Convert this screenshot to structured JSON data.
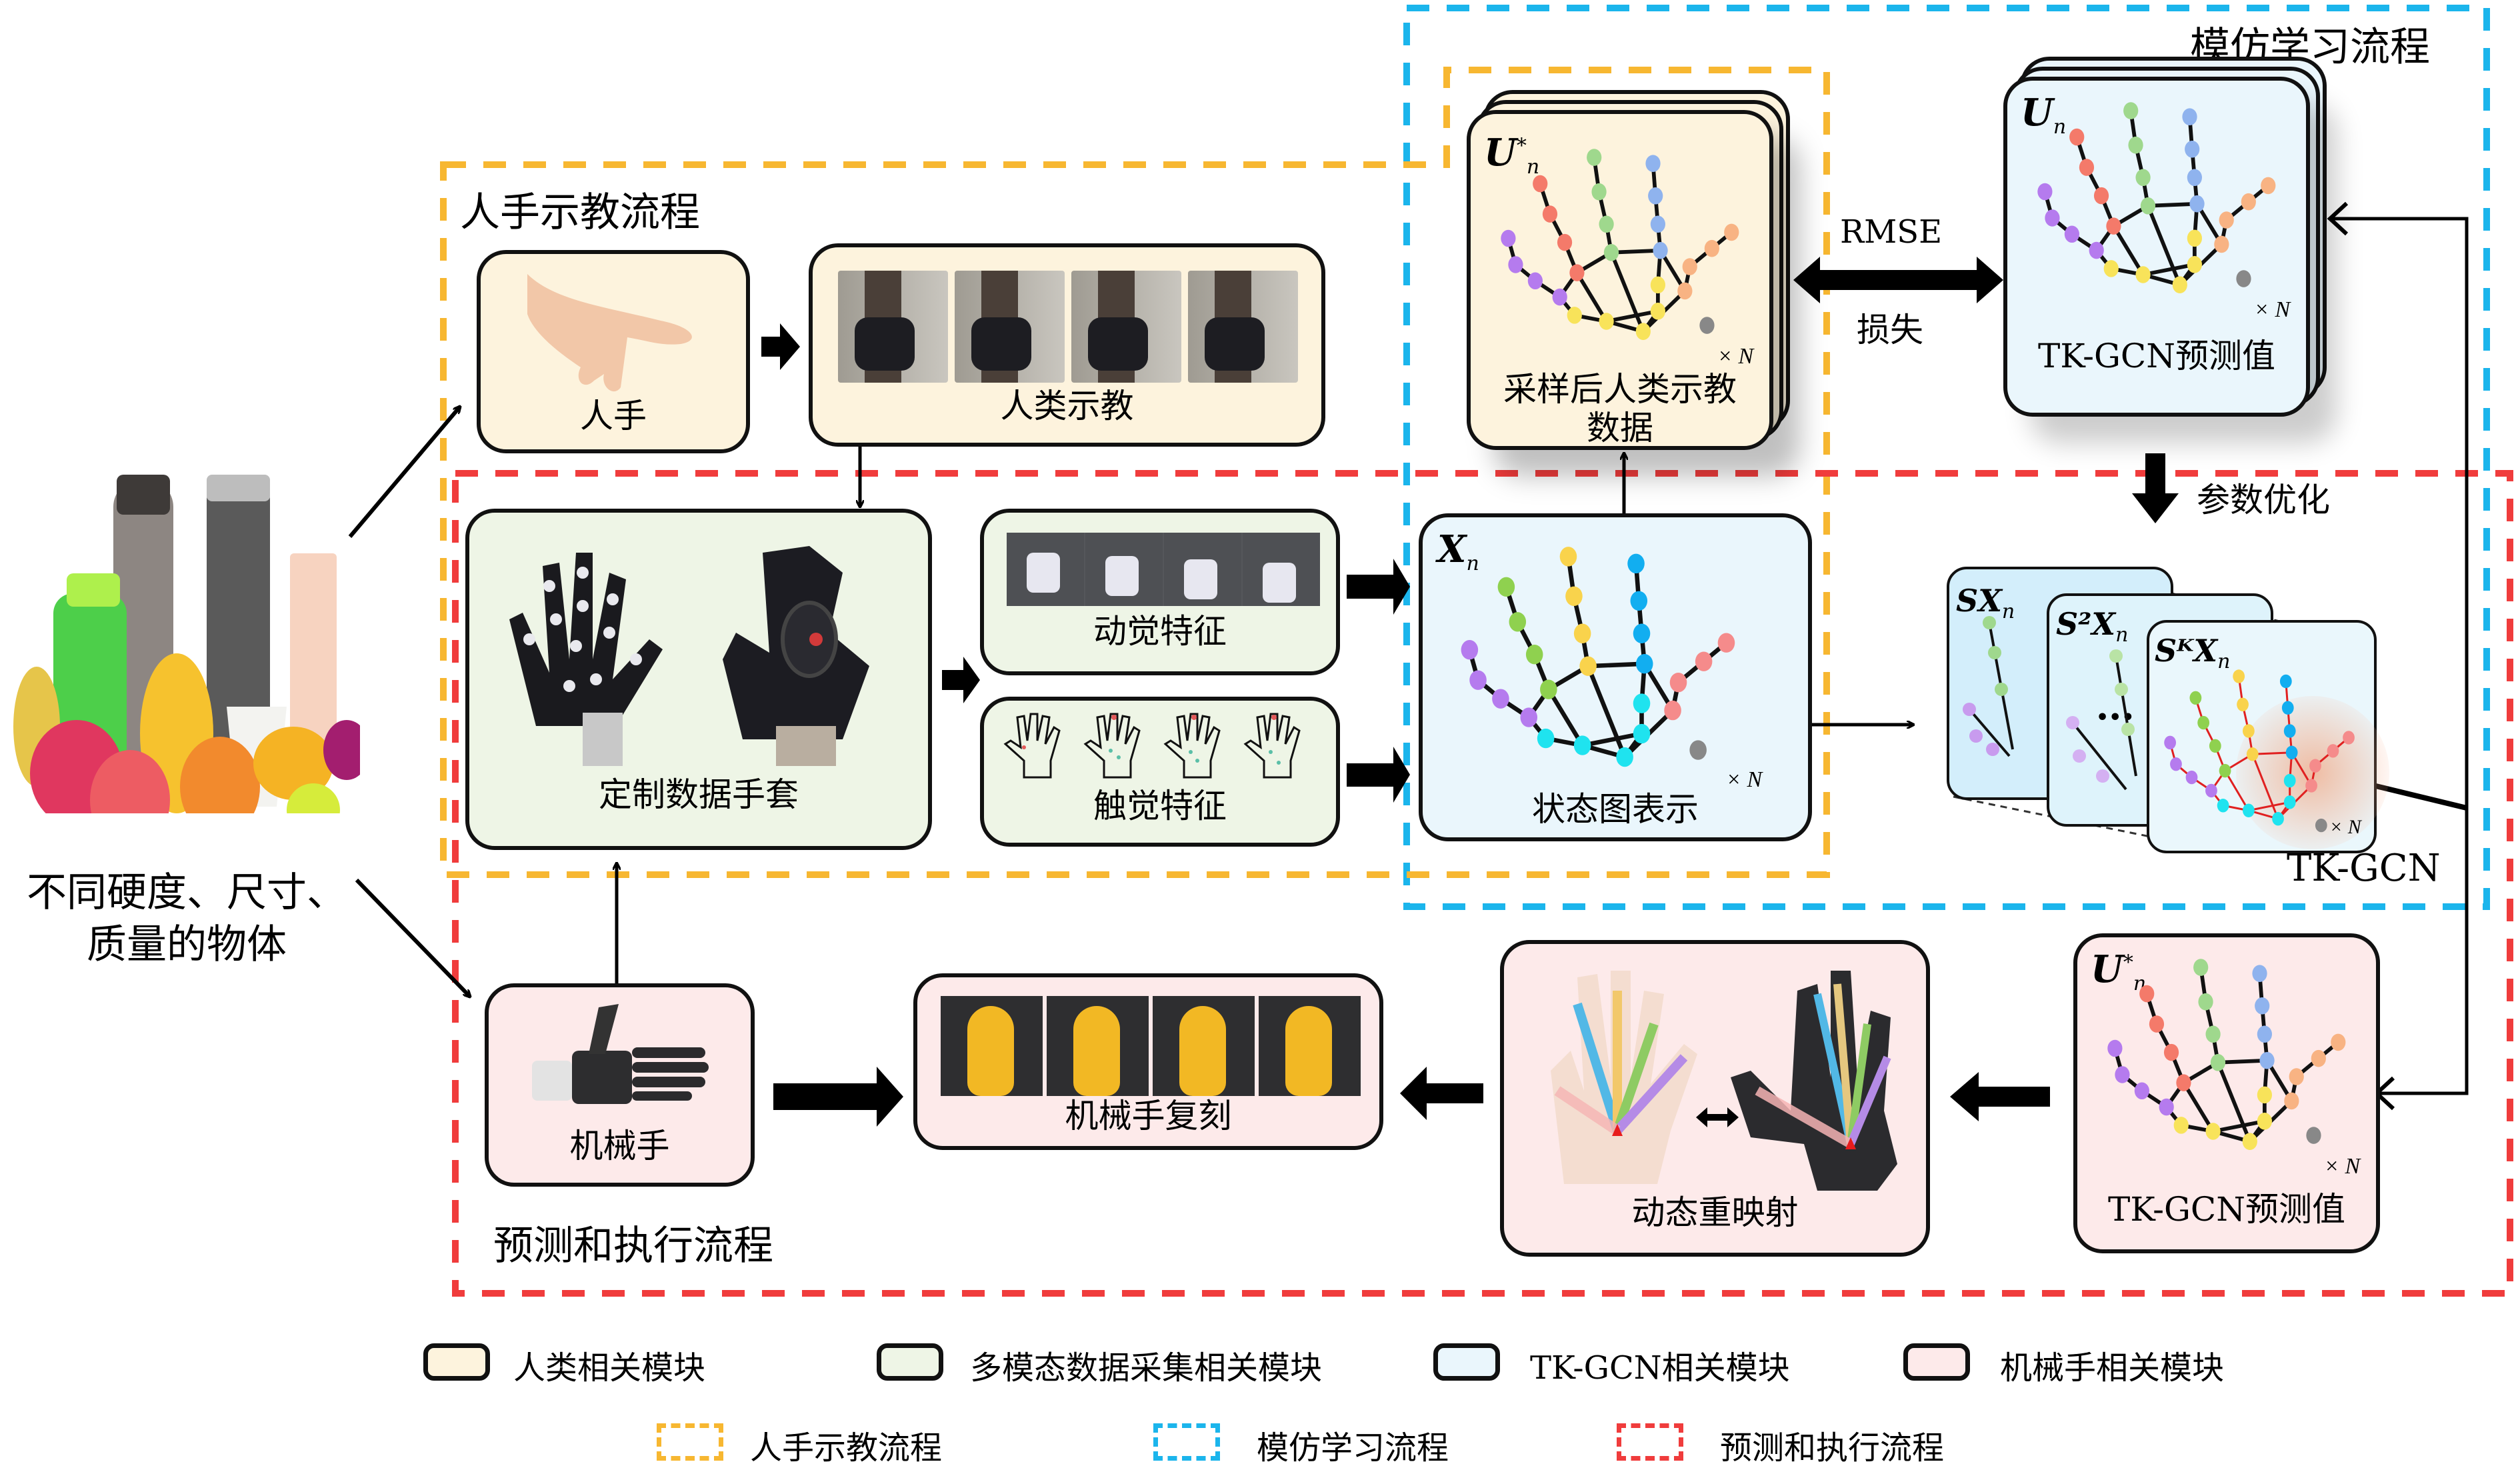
{
  "objects": {
    "label_line1": "不同硬度、尺寸、",
    "label_line2": "质量的物体"
  },
  "flows": {
    "teaching": {
      "title": "人手示教流程",
      "color": "#f7b731"
    },
    "imitation": {
      "title": "模仿学习流程",
      "color": "#1bb5ec"
    },
    "execution": {
      "title": "预测和执行流程",
      "color": "#f03c3c"
    }
  },
  "modules": {
    "human_hand": {
      "label": "人手"
    },
    "human_demo": {
      "label": "人类示教"
    },
    "sampled_demo": {
      "label_line1": "采样后人类示教",
      "label_line2": "数据",
      "symbol": "U",
      "sub": "n",
      "sup": "*",
      "times_n": "× N"
    },
    "tkgcn_pred_top": {
      "label": "TK-GCN预测值",
      "symbol": "U",
      "sub": "n",
      "times_n": "× N"
    },
    "data_glove": {
      "label": "定制数据手套"
    },
    "kinesthetic": {
      "label": "动觉特征"
    },
    "tactile": {
      "label": "触觉特征"
    },
    "state_graph": {
      "label": "状态图表示",
      "symbol": "X",
      "sub": "n",
      "times_n": "× N"
    },
    "tkgcn": {
      "label": "TK-GCN",
      "layers": [
        {
          "symbol": "SX",
          "sub": "n"
        },
        {
          "symbol": "S²X",
          "sub": "n"
        },
        {
          "symbol": "SᴷX",
          "sub": "n"
        }
      ],
      "ellipsis": "•••",
      "times_n": "× N"
    },
    "robot_hand": {
      "label": "机械手"
    },
    "robot_replicate": {
      "label": "机械手复刻"
    },
    "dynamic_retarget": {
      "label": "动态重映射"
    },
    "tkgcn_pred_bottom": {
      "label": "TK-GCN预测值",
      "symbol": "U",
      "sub": "n",
      "sup": "*",
      "times_n": "× N"
    }
  },
  "edges": {
    "rmse_label": "RMSE",
    "loss_label": "损失",
    "param_opt_label": "参数优化"
  },
  "legend": {
    "modules": [
      {
        "label": "人类相关模块",
        "color": "#fdf3dd"
      },
      {
        "label": "多模态数据采集相关模块",
        "color": "#eef5e6"
      },
      {
        "label": "TK-GCN相关模块",
        "color": "#eaf6fc"
      },
      {
        "label": "机械手相关模块",
        "color": "#fdeaea"
      }
    ],
    "flows": [
      {
        "label": "人手示教流程",
        "color": "#f7b731"
      },
      {
        "label": "模仿学习流程",
        "color": "#1bb5ec"
      },
      {
        "label": "预测和执行流程",
        "color": "#f03c3c"
      }
    ]
  },
  "hand_graph_colors": {
    "thumb": "#b57bee",
    "index": "#f47a6a",
    "middle": "#9fd88d",
    "ring": "#8fb3ee",
    "pinky": "#f8b383",
    "palm": "#f8e35a",
    "state_index": "#8fd14f",
    "state_middle": "#f9d34c",
    "state_ring": "#12aef0",
    "state_pinky": "#f58b8b",
    "state_palm": "#1fe3ef",
    "marker": "#888888"
  }
}
